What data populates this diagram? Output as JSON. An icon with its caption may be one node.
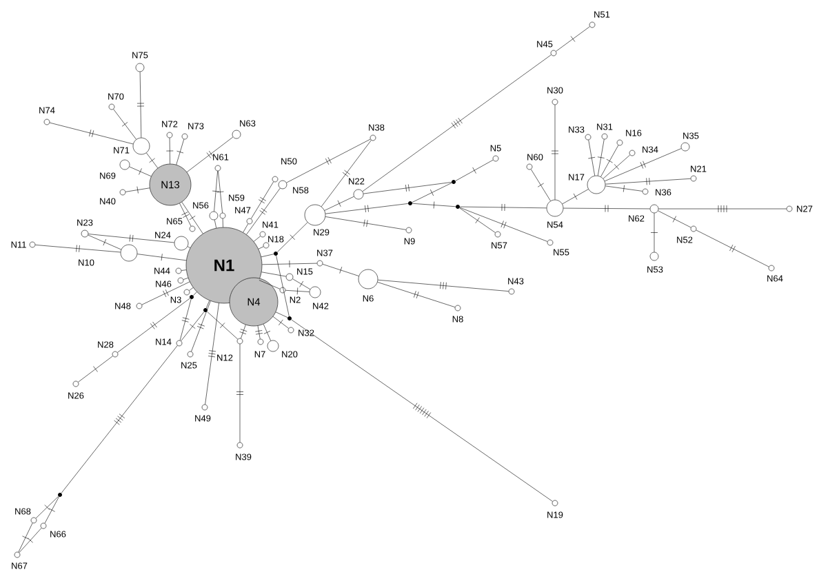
{
  "diagram": {
    "nodes": [
      {
        "text": [
          "N1"
        ]
      },
      {
        "text": [
          "N4"
        ]
      },
      {
        "text": [
          "N13"
        ]
      },
      {
        "text": [],
        "shape": "circle",
        "beside": [
          "N75"
        ]
      },
      {
        "text": [],
        "shape": "circle",
        "beside": [
          "N70"
        ]
      },
      {
        "text": [],
        "shape": "circle",
        "beside": [
          "N74"
        ]
      },
      {
        "text": [],
        "shape": "circle",
        "beside": [
          "N71"
        ]
      },
      {
        "text": [],
        "shape": "circle",
        "beside": [
          "N72"
        ]
      },
      {
        "text": [],
        "shape": "circle",
        "beside": [
          "N73"
        ]
      },
      {
        "text": [],
        "shape": "circle",
        "beside": [
          "N63"
        ]
      },
      {
        "text": [],
        "shape": "circle",
        "beside": [
          "N69"
        ]
      },
      {
        "text": [],
        "shape": "circle",
        "beside": [
          "N40"
        ]
      },
      {
        "text": [],
        "shape": "circle",
        "beside": [
          "N61"
        ]
      },
      {
        "text": [],
        "shape": "circle",
        "beside": [
          "N56"
        ]
      },
      {
        "text": [],
        "shape": "circle",
        "beside": [
          "N59"
        ]
      },
      {
        "text": [],
        "shape": "circle",
        "beside": [
          "N47"
        ]
      },
      {
        "text": [],
        "shape": "circle",
        "beside": [
          "N50"
        ]
      },
      {
        "text": [],
        "shape": "circle",
        "beside": [
          "N58"
        ]
      },
      {
        "text": [],
        "shape": "circle",
        "beside": [
          "N38"
        ]
      },
      {
        "text": [],
        "shape": "circle",
        "beside": [
          "N65"
        ]
      },
      {
        "text": [],
        "shape": "circle",
        "beside": [
          "N24"
        ]
      },
      {
        "text": [],
        "shape": "circle",
        "beside": [
          "N23"
        ]
      },
      {
        "text": [],
        "shape": "circle",
        "beside": [
          "N10"
        ]
      },
      {
        "text": [],
        "shape": "circle",
        "beside": [
          "N11"
        ]
      },
      {
        "text": [],
        "shape": "circle",
        "beside": [
          "N41"
        ]
      },
      {
        "text": [],
        "shape": "circle",
        "beside": [
          "N18"
        ]
      },
      {
        "text": [],
        "shape": "circle",
        "beside": [
          "N44"
        ]
      },
      {
        "text": [],
        "shape": "circle",
        "beside": [
          "N46"
        ]
      },
      {
        "text": [],
        "shape": "circle",
        "beside": [
          "N3"
        ]
      },
      {
        "text": [],
        "shape": "circle",
        "beside": [
          "N48"
        ]
      },
      {
        "text": [],
        "shape": "circle",
        "beside": [
          "N15"
        ]
      },
      {
        "text": [],
        "shape": "circle",
        "beside": [
          "N2"
        ]
      },
      {
        "text": [],
        "shape": "circle",
        "beside": [
          "N42"
        ]
      },
      {
        "text": [],
        "shape": "circle",
        "beside": [
          "N29"
        ]
      },
      {
        "text": [],
        "shape": "circle",
        "beside": [
          "N22"
        ]
      },
      {
        "text": [],
        "shape": "circle",
        "beside": [
          "N45"
        ]
      },
      {
        "text": [],
        "shape": "circle",
        "beside": [
          "N51"
        ]
      },
      {
        "text": [],
        "shape": "circle",
        "beside": [
          "N5"
        ]
      },
      {
        "text": [],
        "shape": "circle",
        "beside": [
          "N9"
        ]
      },
      {
        "text": [],
        "shape": "circle",
        "beside": [
          "N57"
        ]
      },
      {
        "text": [],
        "shape": "circle",
        "beside": [
          "N55"
        ]
      },
      {
        "text": [],
        "shape": "circle",
        "beside": [
          "N37"
        ]
      },
      {
        "text": [],
        "shape": "circle",
        "beside": [
          "N6"
        ]
      },
      {
        "text": [],
        "shape": "circle",
        "beside": [
          "N43"
        ]
      },
      {
        "text": [],
        "shape": "circle",
        "beside": [
          "N8"
        ]
      },
      {
        "text": [],
        "shape": "circle",
        "beside": [
          "N32"
        ]
      },
      {
        "text": [],
        "shape": "circle",
        "beside": [
          "N20"
        ]
      },
      {
        "text": [],
        "shape": "circle",
        "beside": [
          "N7"
        ]
      },
      {
        "text": [],
        "shape": "circle",
        "beside": [
          "N12"
        ]
      },
      {
        "text": [],
        "shape": "circle",
        "beside": [
          "N25"
        ]
      },
      {
        "text": [],
        "shape": "circle",
        "beside": [
          "N49"
        ]
      },
      {
        "text": [],
        "shape": "circle",
        "beside": [
          "N39"
        ]
      },
      {
        "text": [],
        "shape": "circle",
        "beside": [
          "N14"
        ]
      },
      {
        "text": [],
        "shape": "circle",
        "beside": [
          "N28"
        ]
      },
      {
        "text": [],
        "shape": "circle",
        "beside": [
          "N26"
        ]
      },
      {
        "text": [],
        "shape": "circle",
        "beside": [
          "N19"
        ]
      },
      {
        "text": [],
        "shape": "circle",
        "beside": [
          "N68"
        ]
      },
      {
        "text": [],
        "shape": "circle",
        "beside": [
          "N66"
        ]
      },
      {
        "text": [],
        "shape": "circle",
        "beside": [
          "N67"
        ]
      },
      {
        "text": [],
        "shape": "circle",
        "beside": [
          "N30"
        ]
      },
      {
        "text": [],
        "shape": "circle",
        "beside": [
          "N60"
        ]
      },
      {
        "text": [],
        "shape": "circle",
        "beside": [
          "N54"
        ]
      },
      {
        "text": [],
        "shape": "circle",
        "beside": [
          "N17"
        ]
      },
      {
        "text": [],
        "shape": "circle",
        "beside": [
          "N33"
        ]
      },
      {
        "text": [],
        "shape": "circle",
        "beside": [
          "N31"
        ]
      },
      {
        "text": [],
        "shape": "circle",
        "beside": [
          "N16"
        ]
      },
      {
        "text": [],
        "shape": "circle",
        "beside": [
          "N34"
        ]
      },
      {
        "text": [],
        "shape": "circle",
        "beside": [
          "N35"
        ]
      },
      {
        "text": [],
        "shape": "circle",
        "beside": [
          "N21"
        ]
      },
      {
        "text": [],
        "shape": "circle",
        "beside": [
          "N36"
        ]
      },
      {
        "text": [],
        "shape": "circle",
        "beside": [
          "N62"
        ]
      },
      {
        "text": [],
        "shape": "circle",
        "beside": [
          "N27"
        ]
      },
      {
        "text": [],
        "shape": "circle",
        "beside": [
          "N53"
        ]
      },
      {
        "text": [],
        "shape": "circle",
        "beside": [
          "N52"
        ]
      },
      {
        "text": [],
        "shape": "circle",
        "beside": [
          "N64"
        ]
      },
      {
        "text": [],
        "shape": "dot"
      },
      {
        "text": [],
        "shape": "dot"
      },
      {
        "text": [],
        "shape": "dot"
      },
      {
        "text": [],
        "shape": "dot"
      },
      {
        "text": [],
        "shape": "dot"
      },
      {
        "text": [],
        "shape": "dot"
      },
      {
        "text": [],
        "shape": "dot"
      },
      {
        "text": [],
        "shape": "dot"
      }
    ],
    "edges": [
      {
        "from": 3,
        "to": 6,
        "arrow": "none"
      },
      {
        "from": 4,
        "to": 6,
        "arrow": "none"
      },
      {
        "from": 5,
        "to": 6,
        "arrow": "none"
      },
      {
        "from": 6,
        "to": 2,
        "arrow": "none"
      },
      {
        "from": 7,
        "to": 2,
        "arrow": "none"
      },
      {
        "from": 8,
        "to": 2,
        "arrow": "none"
      },
      {
        "from": 9,
        "to": 2,
        "arrow": "none"
      },
      {
        "from": 10,
        "to": 2,
        "arrow": "none"
      },
      {
        "from": 11,
        "to": 2,
        "arrow": "none"
      },
      {
        "from": 2,
        "to": 19,
        "arrow": "none"
      },
      {
        "from": 2,
        "to": 0,
        "arrow": "none"
      },
      {
        "from": 12,
        "to": 13,
        "arrow": "none"
      },
      {
        "from": 12,
        "to": 14,
        "arrow": "none"
      },
      {
        "from": 13,
        "to": 0,
        "arrow": "none"
      },
      {
        "from": 14,
        "to": 0,
        "arrow": "none"
      },
      {
        "from": 0,
        "to": 15,
        "arrow": "none"
      },
      {
        "from": 15,
        "to": 16,
        "arrow": "none"
      },
      {
        "from": 0,
        "to": 17,
        "arrow": "none"
      },
      {
        "from": 17,
        "to": 18,
        "arrow": "none"
      },
      {
        "from": 18,
        "to": 33,
        "arrow": "none"
      },
      {
        "from": 0,
        "to": 24,
        "arrow": "none"
      },
      {
        "from": 0,
        "to": 25,
        "arrow": "none"
      },
      {
        "from": 0,
        "to": 20,
        "arrow": "none"
      },
      {
        "from": 20,
        "to": 21,
        "arrow": "none"
      },
      {
        "from": 21,
        "to": 22,
        "arrow": "none"
      },
      {
        "from": 22,
        "to": 23,
        "arrow": "none"
      },
      {
        "from": 22,
        "to": 0,
        "arrow": "none"
      },
      {
        "from": 0,
        "to": 26,
        "arrow": "none"
      },
      {
        "from": 0,
        "to": 27,
        "arrow": "none"
      },
      {
        "from": 0,
        "to": 28,
        "arrow": "none"
      },
      {
        "from": 0,
        "to": 29,
        "arrow": "none"
      },
      {
        "from": 0,
        "to": 75,
        "arrow": "none"
      },
      {
        "from": 75,
        "to": 53,
        "arrow": "none"
      },
      {
        "from": 75,
        "to": 52,
        "arrow": "none"
      },
      {
        "from": 0,
        "to": 76,
        "arrow": "none"
      },
      {
        "from": 76,
        "to": 52,
        "arrow": "none"
      },
      {
        "from": 76,
        "to": 48,
        "arrow": "none"
      },
      {
        "from": 52,
        "to": 82,
        "arrow": "none"
      },
      {
        "from": 82,
        "to": 56,
        "arrow": "none"
      },
      {
        "from": 82,
        "to": 57,
        "arrow": "none"
      },
      {
        "from": 56,
        "to": 58,
        "arrow": "none"
      },
      {
        "from": 57,
        "to": 58,
        "arrow": "none"
      },
      {
        "from": 53,
        "to": 54,
        "arrow": "none"
      },
      {
        "from": 0,
        "to": 77,
        "arrow": "none"
      },
      {
        "from": 77,
        "to": 33,
        "arrow": "none"
      },
      {
        "from": 77,
        "to": 78,
        "arrow": "none"
      },
      {
        "from": 1,
        "to": 78,
        "arrow": "none"
      },
      {
        "from": 78,
        "to": 55,
        "arrow": "none"
      },
      {
        "from": 0,
        "to": 30,
        "arrow": "none"
      },
      {
        "from": 0,
        "to": 31,
        "arrow": "none"
      },
      {
        "from": 30,
        "to": 32,
        "arrow": "none"
      },
      {
        "from": 31,
        "to": 32,
        "arrow": "none"
      },
      {
        "from": 0,
        "to": 41,
        "arrow": "none"
      },
      {
        "from": 41,
        "to": 42,
        "arrow": "none"
      },
      {
        "from": 42,
        "to": 43,
        "arrow": "none"
      },
      {
        "from": 42,
        "to": 44,
        "arrow": "none"
      },
      {
        "from": 1,
        "to": 45,
        "arrow": "none"
      },
      {
        "from": 1,
        "to": 46,
        "arrow": "none"
      },
      {
        "from": 1,
        "to": 47,
        "arrow": "none"
      },
      {
        "from": 1,
        "to": 48,
        "arrow": "none"
      },
      {
        "from": 48,
        "to": 51,
        "arrow": "none"
      },
      {
        "from": 0,
        "to": 49,
        "arrow": "none"
      },
      {
        "from": 0,
        "to": 50,
        "arrow": "none"
      },
      {
        "from": 33,
        "to": 34,
        "arrow": "none"
      },
      {
        "from": 34,
        "to": 35,
        "arrow": "none"
      },
      {
        "from": 35,
        "to": 36,
        "arrow": "none"
      },
      {
        "from": 34,
        "to": 79,
        "arrow": "none"
      },
      {
        "from": 79,
        "to": 37,
        "arrow": "none"
      },
      {
        "from": 79,
        "to": 80,
        "arrow": "none"
      },
      {
        "from": 33,
        "to": 80,
        "arrow": "none"
      },
      {
        "from": 80,
        "to": 81,
        "arrow": "none"
      },
      {
        "from": 81,
        "to": 61,
        "arrow": "none"
      },
      {
        "from": 81,
        "to": 39,
        "arrow": "none"
      },
      {
        "from": 81,
        "to": 40,
        "arrow": "none"
      },
      {
        "from": 33,
        "to": 38,
        "arrow": "none"
      },
      {
        "from": 61,
        "to": 59,
        "arrow": "none"
      },
      {
        "from": 61,
        "to": 60,
        "arrow": "none"
      },
      {
        "from": 61,
        "to": 62,
        "arrow": "none"
      },
      {
        "from": 61,
        "to": 70,
        "arrow": "none"
      },
      {
        "from": 62,
        "to": 63,
        "arrow": "none"
      },
      {
        "from": 62,
        "to": 64,
        "arrow": "none"
      },
      {
        "from": 62,
        "to": 65,
        "arrow": "none"
      },
      {
        "from": 62,
        "to": 66,
        "arrow": "none"
      },
      {
        "from": 62,
        "to": 67,
        "arrow": "none"
      },
      {
        "from": 62,
        "to": 68,
        "arrow": "none"
      },
      {
        "from": 62,
        "to": 69,
        "arrow": "none"
      },
      {
        "from": 70,
        "to": 71,
        "arrow": "none"
      },
      {
        "from": 70,
        "to": 72,
        "arrow": "none"
      },
      {
        "from": 70,
        "to": 73,
        "arrow": "none"
      },
      {
        "from": 73,
        "to": 74,
        "arrow": "none"
      }
    ]
  }
}
